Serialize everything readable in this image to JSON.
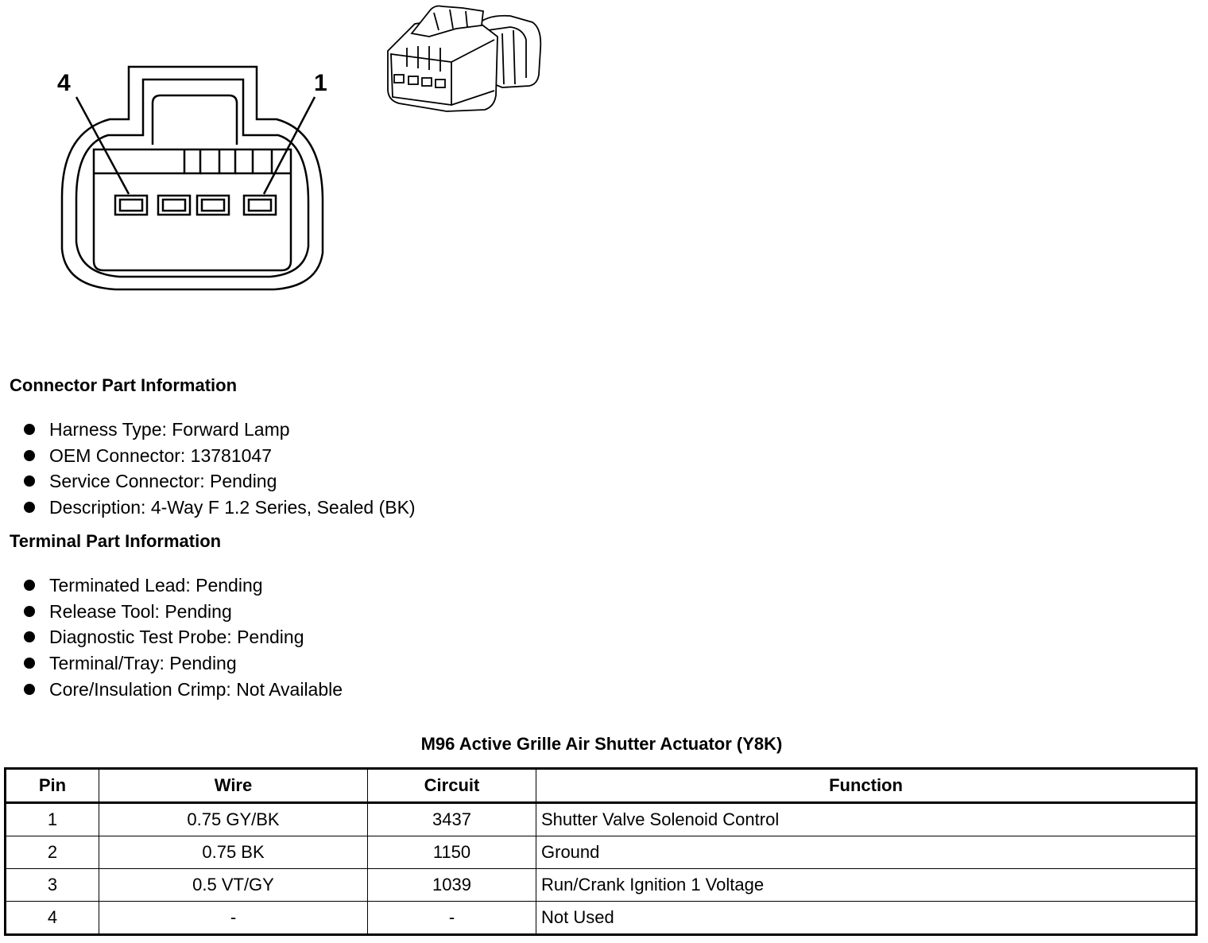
{
  "diagram": {
    "pin_labels": {
      "left": "4",
      "right": "1"
    }
  },
  "connector_part_information": {
    "heading": "Connector Part Information",
    "items": [
      "Harness Type: Forward Lamp",
      "OEM Connector: 13781047",
      "Service Connector: Pending",
      "Description: 4-Way F 1.2 Series, Sealed (BK)"
    ]
  },
  "terminal_part_information": {
    "heading": "Terminal Part Information",
    "items": [
      "Terminated Lead: Pending",
      "Release Tool: Pending",
      "Diagnostic Test Probe: Pending",
      "Terminal/Tray: Pending",
      "Core/Insulation Crimp: Not Available"
    ]
  },
  "pinout_table": {
    "caption": "M96 Active Grille Air Shutter Actuator (Y8K)",
    "columns": [
      "Pin",
      "Wire",
      "Circuit",
      "Function"
    ],
    "rows": [
      [
        "1",
        "0.75 GY/BK",
        "3437",
        "Shutter Valve Solenoid Control"
      ],
      [
        "2",
        "0.75 BK",
        "1150",
        "Ground"
      ],
      [
        "3",
        "0.5 VT/GY",
        "1039",
        "Run/Crank Ignition 1 Voltage"
      ],
      [
        "4",
        "-",
        "-",
        "Not Used"
      ]
    ]
  }
}
